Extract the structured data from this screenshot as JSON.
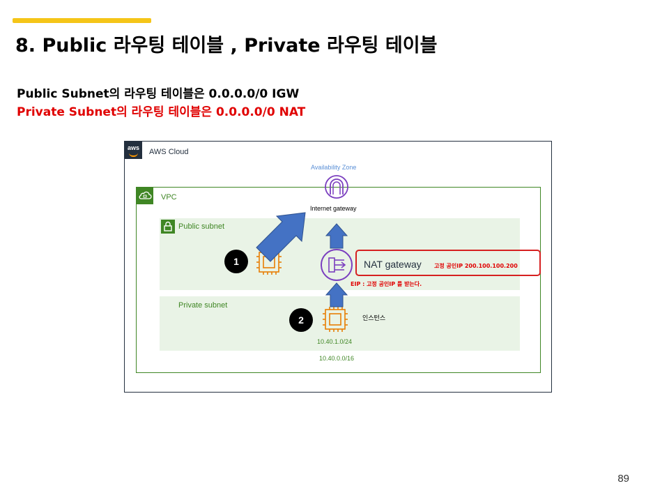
{
  "slide": {
    "title": "8. Public 라우팅 테이블 , Private 라우팅 테이블",
    "line1": "Public Subnet의 라우팅 테이블은 0.0.0.0/0  IGW",
    "line2": "Private Subnet의 라우팅 테이블은 0.0.0.0/0  NAT",
    "page_number": "89"
  },
  "diagram": {
    "aws_logo": "aws",
    "aws_cloud_label": "AWS Cloud",
    "az_label": "Availability Zone",
    "vpc_label": "VPC",
    "public_subnet_label": "Public subnet",
    "private_subnet_label": "Private subnet",
    "igw_label": "Internet gateway",
    "nat_label": "NAT gateway",
    "nat_ip_note": "고정 공인IP 200.100.100.200",
    "eip_note": "EIP : 고정 공인IP 를 받는다.",
    "instance_label": "인스턴스",
    "private_cidr": "10.40.1.0/24",
    "vpc_cidr": "10.40.0.0/16",
    "badge_1": "1",
    "badge_2": "2"
  },
  "colors": {
    "accent": "#f5c518",
    "highlight_red": "#e00000",
    "vpc_green": "#3f8624",
    "subnet_fill": "#e9f3e6",
    "arrow_blue": "#4472c4",
    "ec2_orange": "#e87e04",
    "nat_purple": "#7b3fbf"
  },
  "icons": [
    "aws-logo-icon",
    "vpc-cloud-icon",
    "lock-icon",
    "internet-gateway-icon",
    "nat-gateway-icon",
    "ec2-instance-icon",
    "arrow-icon"
  ]
}
